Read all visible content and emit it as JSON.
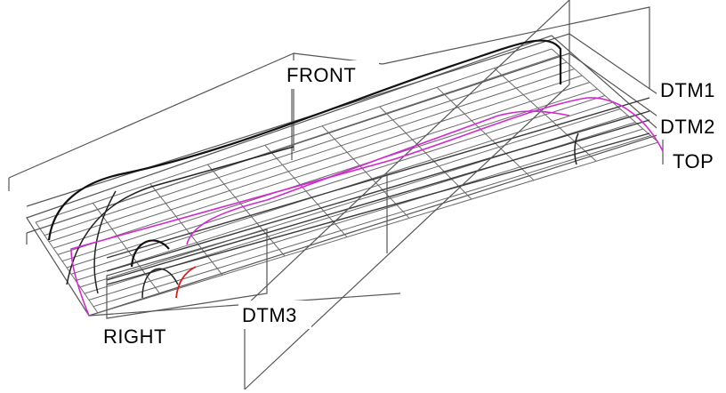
{
  "datum_labels": {
    "front": "FRONT",
    "dtm1": "DTM1",
    "dtm2": "DTM2",
    "top": "TOP",
    "right": "RIGHT",
    "dtm3": "DTM3"
  },
  "colors": {
    "background": "#ffffff",
    "wireframe": "#555555",
    "curve": "#111111",
    "sketch_magenta": "#d22ad2",
    "sketch_red": "#d81b1b"
  }
}
